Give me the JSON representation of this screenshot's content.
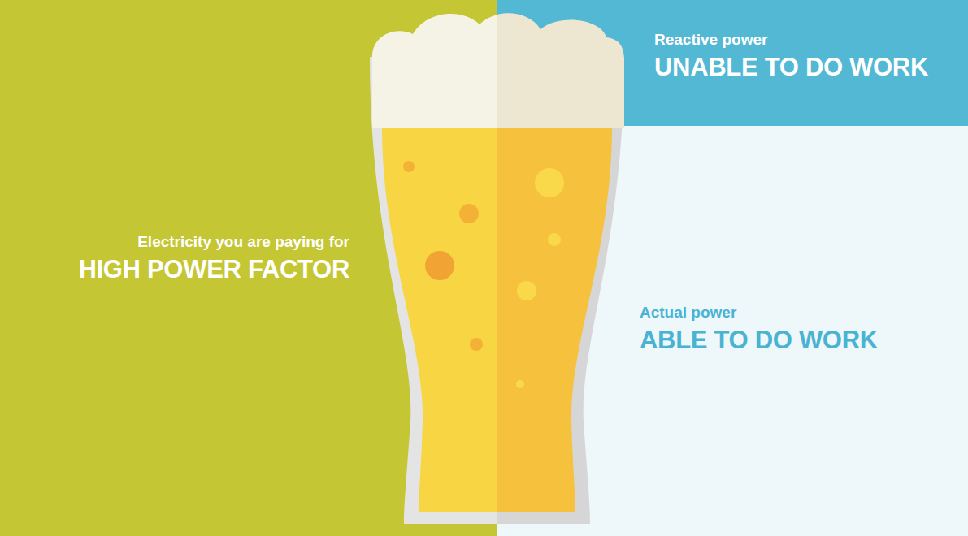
{
  "diagram": {
    "nodes": [
      {
        "text": [
          "Electricity you are paying for",
          "HIGH POWER FACTOR"
        ]
      },
      {
        "text": [
          "Reactive power",
          "UNABLE TO DO WORK"
        ]
      },
      {
        "text": [
          "Actual power",
          "ABLE TO DO WORK"
        ]
      }
    ]
  }
}
